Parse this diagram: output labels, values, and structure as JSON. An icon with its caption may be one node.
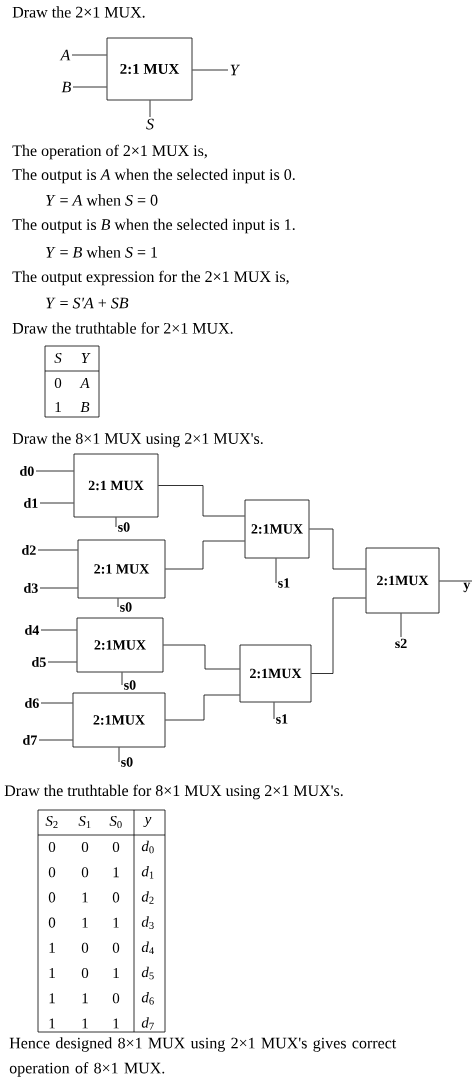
{
  "diagram": {
    "nodes": [
      {
        "text": [
          "2:1 MUX"
        ]
      },
      {
        "text": [
          "A"
        ]
      },
      {
        "text": [
          "B"
        ]
      },
      {
        "text": [
          "Y"
        ]
      },
      {
        "text": [
          "S"
        ]
      },
      {
        "text": [
          "2:1 MUX"
        ]
      },
      {
        "text": [
          "2:1 MUX"
        ]
      },
      {
        "text": [
          "2:1MUX"
        ]
      },
      {
        "text": [
          "2:1MUX"
        ]
      },
      {
        "text": [
          "2:1MUX"
        ]
      },
      {
        "text": [
          "2:1MUX"
        ]
      },
      {
        "text": [
          "2:1MUX"
        ]
      },
      {
        "text": [
          "d0"
        ]
      },
      {
        "text": [
          "d1"
        ]
      },
      {
        "text": [
          "d2"
        ]
      },
      {
        "text": [
          "d3"
        ]
      },
      {
        "text": [
          "d4"
        ]
      },
      {
        "text": [
          "d5"
        ]
      },
      {
        "text": [
          "d6"
        ]
      },
      {
        "text": [
          "d7"
        ]
      },
      {
        "text": [
          "s0"
        ]
      },
      {
        "text": [
          "s0"
        ]
      },
      {
        "text": [
          "s0"
        ]
      },
      {
        "text": [
          "s0"
        ]
      },
      {
        "text": [
          "s1"
        ]
      },
      {
        "text": [
          "s1"
        ]
      },
      {
        "text": [
          "s2"
        ]
      },
      {
        "text": [
          "y"
        ]
      }
    ],
    "edges": [
      {
        "from": 1,
        "to": 0,
        "arrow": "none"
      },
      {
        "from": 2,
        "to": 0,
        "arrow": "none"
      },
      {
        "from": 0,
        "to": 3,
        "arrow": "none"
      },
      {
        "from": 4,
        "to": 0,
        "arrow": "none"
      },
      {
        "from": 12,
        "to": 5,
        "arrow": "none"
      },
      {
        "from": 13,
        "to": 5,
        "arrow": "none"
      },
      {
        "from": 14,
        "to": 6,
        "arrow": "none"
      },
      {
        "from": 15,
        "to": 6,
        "arrow": "none"
      },
      {
        "from": 16,
        "to": 7,
        "arrow": "none"
      },
      {
        "from": 17,
        "to": 7,
        "arrow": "none"
      },
      {
        "from": 18,
        "to": 8,
        "arrow": "none"
      },
      {
        "from": 19,
        "to": 8,
        "arrow": "none"
      },
      {
        "from": 20,
        "to": 5,
        "arrow": "none"
      },
      {
        "from": 21,
        "to": 6,
        "arrow": "none"
      },
      {
        "from": 22,
        "to": 7,
        "arrow": "none"
      },
      {
        "from": 23,
        "to": 8,
        "arrow": "none"
      },
      {
        "from": 5,
        "to": 9,
        "arrow": "none"
      },
      {
        "from": 6,
        "to": 9,
        "arrow": "none"
      },
      {
        "from": 7,
        "to": 10,
        "arrow": "none"
      },
      {
        "from": 8,
        "to": 10,
        "arrow": "none"
      },
      {
        "from": 9,
        "to": 11,
        "arrow": "none"
      },
      {
        "from": 10,
        "to": 11,
        "arrow": "none"
      },
      {
        "from": 11,
        "to": 27,
        "arrow": "none"
      },
      {
        "from": 24,
        "to": 9,
        "arrow": "none"
      },
      {
        "from": 25,
        "to": 10,
        "arrow": "none"
      },
      {
        "from": 26,
        "to": 11,
        "arrow": "none"
      }
    ],
    "labels": [
      "Draw the 2×1 MUX.",
      "The operation of 2×1 MUX is,",
      "The output is *A* when the selected input is 0.",
      "*Y* = *A* when *S* = 0",
      "The output is *B* when the selected input is 1.",
      "*Y* = *B* when *S* = 1",
      "The output expression for the 2×1 MUX is,",
      "*Y* = *S'A* + *SB*",
      "Draw the truthtable for 2×1 MUX.",
      "S",
      "Y",
      "0",
      "A",
      "1",
      "B",
      "Draw the 8×1 MUX using 2×1 MUX's.",
      "Draw the truthtable for 8×1 MUX using 2×1 MUX's.",
      "*S*$_{2}$",
      "*S*$_{1}$",
      "*S*$_{0}$",
      "y",
      "0",
      "0",
      "0",
      "*d*$_{0}$",
      "0",
      "0",
      "1",
      "*d*$_{1}$",
      "0",
      "1",
      "0",
      "*d*$_{2}$",
      "0",
      "1",
      "1",
      "*d*$_{3}$",
      "1",
      "0",
      "0",
      "*d*$_{4}$",
      "1",
      "0",
      "1",
      "*d*$_{5}$",
      "1",
      "1",
      "0",
      "*d*$_{6}$",
      "1",
      "1",
      "1",
      "*d*$_{7}$",
      "Hence designed 8×1 MUX using 2×1 MUX's gives correct operation of 8×1 MUX."
    ]
  }
}
